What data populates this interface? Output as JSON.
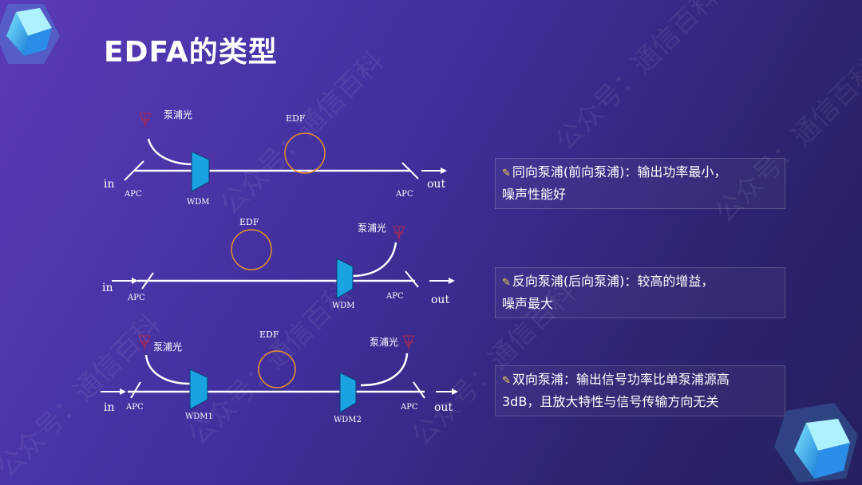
{
  "title": "EDFA的类型",
  "watermark_text": "公众号：通信百科",
  "diagram1": {
    "in": "in",
    "out": "out",
    "apc_left": "APC",
    "apc_right": "APC",
    "wdm": "WDM",
    "edf": "EDF",
    "pump": "泵浦光"
  },
  "diagram2": {
    "in": "in",
    "out": "out",
    "apc_left": "APC",
    "apc_right": "APC",
    "wdm": "WDM",
    "edf": "EDF",
    "pump": "泵浦光"
  },
  "diagram3": {
    "in": "in",
    "out": "out",
    "apc_left": "APC",
    "apc_right": "APC",
    "wdm1": "WDM1",
    "wdm2": "WDM2",
    "edf": "EDF",
    "pump_left": "泵浦光",
    "pump_right": "泵浦光"
  },
  "descriptions": [
    {
      "line1": "同向泵浦(前向泵浦)：输出功率最小，",
      "line2": "噪声性能好"
    },
    {
      "line1": "反向泵浦(后向泵浦)：较高的增益，",
      "line2": "噪声最大"
    },
    {
      "line1": "双向泵浦：输出信号功率比单泵浦源高",
      "line2": "3dB，且放大特性与信号传输方向无关"
    }
  ],
  "colors": {
    "background": "#3f2f9a",
    "wdm_fill": "#1aa3e0",
    "edf_circle": "#e8902a",
    "pump_symbol": "#b0284a",
    "fiber": "#ffffff",
    "bullet": "#f2d24b"
  },
  "icons": [
    "cube-icon-top-left",
    "cube-icon-bottom-right",
    "note-tag-icon"
  ]
}
